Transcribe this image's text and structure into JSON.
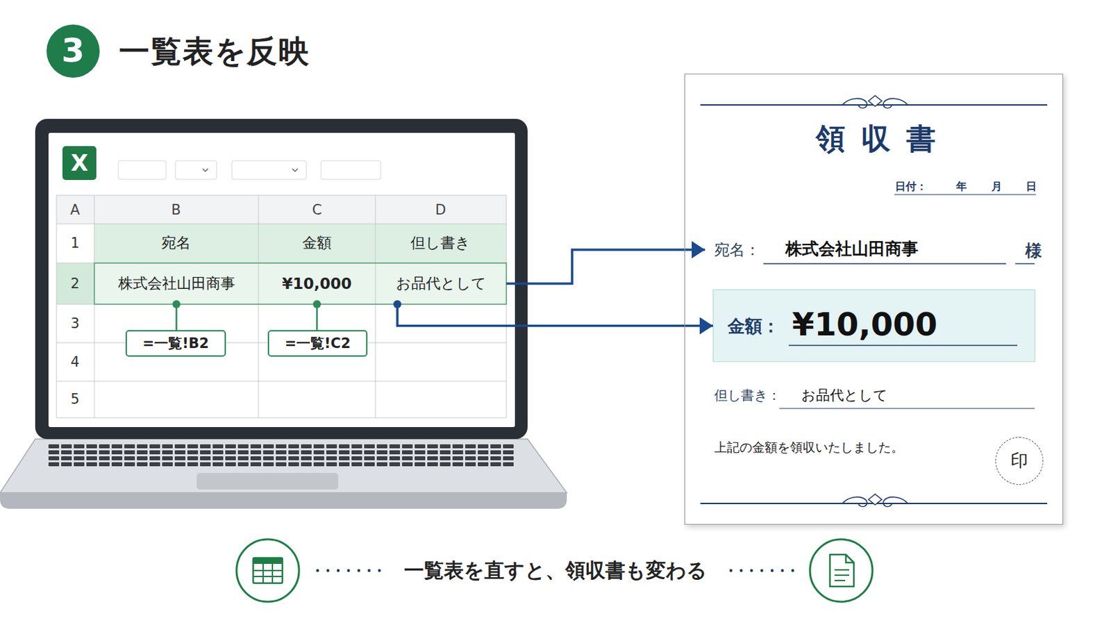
{
  "diagram": {
    "title": "一覧表を反映",
    "nodes": [
      {
        "text": [
          "3"
        ]
      },
      {
        "text": [
          "X"
        ]
      },
      {
        "text": [
          "株式会社山田商事"
        ]
      },
      {
        "text": [
          "¥10,000"
        ]
      },
      {
        "text": [
          "お品代として"
        ]
      },
      {
        "text": [
          "=一覧!B2"
        ]
      },
      {
        "text": [
          "=一覧!C2"
        ]
      },
      {
        "text": [
          "領収書",
          "日付：",
          "年",
          "月",
          "日",
          "上記の金額を領収いたしました。"
        ]
      },
      {
        "text": [
          "宛名：",
          "株式会社山田商事",
          "様"
        ],
        "in": 7
      },
      {
        "text": [
          "金額：",
          "¥10,000"
        ],
        "in": 7
      },
      {
        "text": [
          "但し書き：",
          "お品代として"
        ],
        "in": 7
      },
      {
        "text": [
          "印"
        ],
        "in": 7
      }
    ],
    "edges": [
      {
        "from": 2,
        "to": 5,
        "arrow": "none"
      },
      {
        "from": 3,
        "to": 6,
        "arrow": "none"
      },
      {
        "from": 4,
        "to": 8,
        "arrow": "to"
      },
      {
        "from": 4,
        "to": 9,
        "arrow": "to"
      }
    ],
    "labels": [
      "A",
      "B",
      "C",
      "D",
      "1",
      "2",
      "3",
      "4",
      "5",
      "宛名",
      "金額",
      "但し書き",
      "一覧表を直すと、領収書も変わる"
    ]
  }
}
